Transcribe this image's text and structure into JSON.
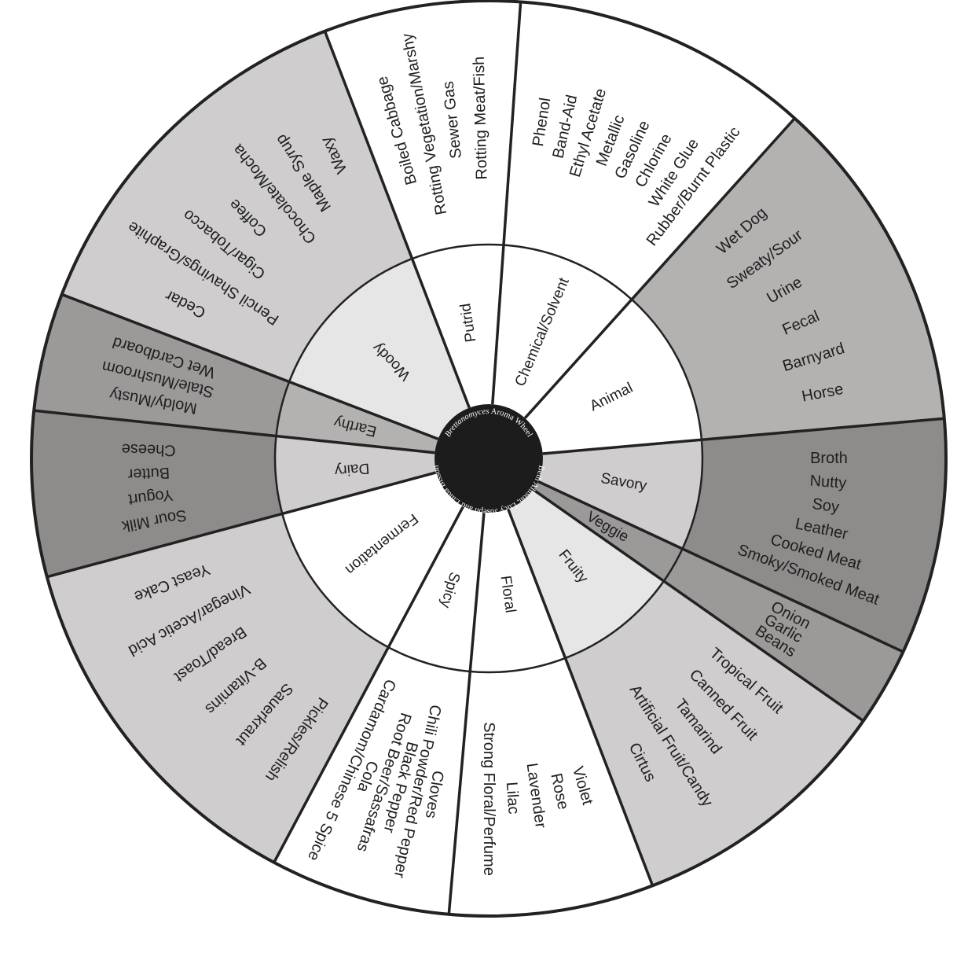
{
  "hub": {
    "title_italic": "Brettanomyces",
    "title_rest": " Aroma Wheel",
    "credit": "Beth Allison, Lucy Joseph and Linda Bisson"
  },
  "colors": {
    "white": "#ffffff",
    "light": "#e6e6e6",
    "mid": "#cfcdcd",
    "medium": "#b4b1b1",
    "dark": "#9c9999",
    "darker": "#8e8b8b",
    "line": "#222222",
    "hub": "#1c1c1c"
  },
  "categories": [
    {
      "name": "Chemical/Solvent",
      "inner_fill": "white",
      "outer_fill": "white",
      "descriptors": [
        "Phenol",
        "Band-Aid",
        "Ethyl Acetate",
        "Metallic",
        "Gasoline",
        "Chlorine",
        "White Glue",
        "Rubber/Burnt Plastic"
      ]
    },
    {
      "name": "Animal",
      "inner_fill": "white",
      "outer_fill": "medium",
      "descriptors": [
        "Wet Dog",
        "Sweaty/Sour",
        "Urine",
        "Fecal",
        "Barnyard",
        "Horse"
      ]
    },
    {
      "name": "Savory",
      "inner_fill": "mid",
      "outer_fill": "darker",
      "descriptors": [
        "Broth",
        "Nutty",
        "Soy",
        "Leather",
        "Cooked Meat",
        "Smoky/Smoked Meat"
      ]
    },
    {
      "name": "Veggie",
      "inner_fill": "dark",
      "outer_fill": "dark",
      "descriptors": [
        "Onion",
        "Garlic",
        "Beans"
      ]
    },
    {
      "name": "Fruity",
      "inner_fill": "light",
      "outer_fill": "mid",
      "descriptors": [
        "Tropical Fruit",
        "Canned Fruit",
        "Tamarind",
        "Artificial Fruit/Candy",
        "Cirtus"
      ]
    },
    {
      "name": "Floral",
      "inner_fill": "white",
      "outer_fill": "white",
      "descriptors": [
        "Violet",
        "Rose",
        "Lavender",
        "Lilac",
        "Strong Floral/Perfume"
      ]
    },
    {
      "name": "Spicy",
      "inner_fill": "white",
      "outer_fill": "white",
      "descriptors": [
        "Cloves",
        "Chili Powder/Red Pepper",
        "Black Pepper",
        "Root Beer/Sassafras",
        "Cola",
        "Cardamom/Chinese 5 Spice"
      ]
    },
    {
      "name": "Fermentation",
      "inner_fill": "white",
      "outer_fill": "mid",
      "descriptors": [
        "Pickles/Relish",
        "Sauerkraut",
        "B-Vitamins",
        "Bread/Toast",
        "Vinegar/Acetic Acid",
        "Yeast Cake"
      ]
    },
    {
      "name": "Dairy",
      "inner_fill": "mid",
      "outer_fill": "darker",
      "descriptors": [
        "Sour Milk",
        "Yogurt",
        "Butter",
        "Cheese"
      ]
    },
    {
      "name": "Earthy",
      "inner_fill": "medium",
      "outer_fill": "dark",
      "descriptors": [
        "Moldy/Musty",
        "Stale/Mushroom",
        "Wet Cardboard"
      ]
    },
    {
      "name": "Woody",
      "inner_fill": "light",
      "outer_fill": "mid",
      "descriptors": [
        "Cedar",
        "Pencil Shavings/Graphite",
        "Cigar/Tobacco",
        "Coffee",
        "Chocolate/Mocha",
        "Maple Syrup",
        "Waxy"
      ]
    },
    {
      "name": "Putrid",
      "inner_fill": "white",
      "outer_fill": "white",
      "descriptors": [
        "Boiled Cabbage",
        "Rotting Vegetation/Marshy",
        "Sewer Gas",
        "Rotting Meat/Fish"
      ]
    }
  ]
}
